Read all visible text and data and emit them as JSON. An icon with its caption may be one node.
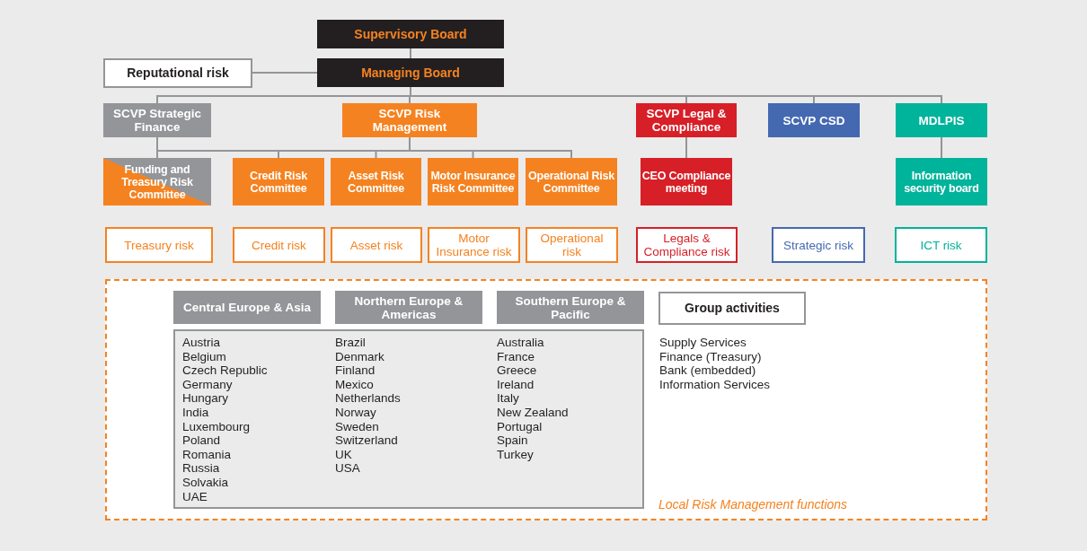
{
  "diagram": {
    "nodes": [
      {
        "text": [
          "Supervisory Board"
        ]
      },
      {
        "text": [
          "Managing Board"
        ]
      },
      {
        "text": [
          "Reputational risk"
        ]
      },
      {
        "text": [
          "SCVP Strategic Finance"
        ]
      },
      {
        "text": [
          "SCVP Risk Management"
        ]
      },
      {
        "text": [
          "SCVP Legal & Compliance"
        ]
      },
      {
        "text": [
          "SCVP CSD"
        ]
      },
      {
        "text": [
          "MDLPIS"
        ]
      },
      {
        "text": [
          "Funding and Treasury Risk Committee"
        ]
      },
      {
        "text": [
          "Credit Risk Committee"
        ]
      },
      {
        "text": [
          "Asset Risk Committee"
        ]
      },
      {
        "text": [
          "Motor Insurance Risk Committee"
        ]
      },
      {
        "text": [
          "Operational Risk Committee"
        ]
      },
      {
        "text": [
          "CEO Compliance meeting"
        ]
      },
      {
        "text": [
          "Information security board"
        ]
      },
      {
        "text": [
          "Treasury risk"
        ]
      },
      {
        "text": [
          "Credit risk"
        ]
      },
      {
        "text": [
          "Asset risk"
        ]
      },
      {
        "text": [
          "Motor Insurance risk"
        ]
      },
      {
        "text": [
          "Operational risk"
        ]
      },
      {
        "text": [
          "Legals & Compliance risk"
        ]
      },
      {
        "text": [
          "Strategic risk"
        ]
      },
      {
        "text": [
          "ICT risk"
        ]
      },
      {
        "text": [
          "Local Risk Management functions"
        ]
      },
      {
        "text": [
          "Central Europe & Asia"
        ],
        "in": 23
      },
      {
        "text": [
          "Northern Europe & Americas"
        ],
        "in": 23
      },
      {
        "text": [
          "Southern Europe & Pacific"
        ],
        "in": 23
      },
      {
        "text": [],
        "shape": "box",
        "in": 23
      },
      {
        "text": [
          "Group activities"
        ],
        "in": 23
      }
    ],
    "edges": [
      {
        "from": 0,
        "to": 1,
        "arrow": "none"
      },
      {
        "from": 1,
        "to": 2,
        "arrow": "none"
      },
      {
        "from": 1,
        "to": 3,
        "arrow": "none"
      },
      {
        "from": 1,
        "to": 4,
        "arrow": "none"
      },
      {
        "from": 1,
        "to": 5,
        "arrow": "none"
      },
      {
        "from": 1,
        "to": 6,
        "arrow": "none"
      },
      {
        "from": 1,
        "to": 7,
        "arrow": "none"
      },
      {
        "from": 3,
        "to": 8,
        "arrow": "none"
      },
      {
        "from": 4,
        "to": 8,
        "arrow": "none"
      },
      {
        "from": 4,
        "to": 9,
        "arrow": "none"
      },
      {
        "from": 4,
        "to": 10,
        "arrow": "none"
      },
      {
        "from": 4,
        "to": 11,
        "arrow": "none"
      },
      {
        "from": 4,
        "to": 12,
        "arrow": "none"
      },
      {
        "from": 5,
        "to": 13,
        "arrow": "none"
      },
      {
        "from": 7,
        "to": 14,
        "arrow": "none"
      }
    ],
    "labels": [
      "Austria",
      "Belgium",
      "Czech Republic",
      "Germany",
      "Hungary",
      "India",
      "Luxembourg",
      "Poland",
      "Romania",
      "Russia",
      "Solvakia",
      "UAE",
      "Brazil",
      "Denmark",
      "Finland",
      "Mexico",
      "Netherlands",
      "Norway",
      "Sweden",
      "Switzerland",
      "UK",
      "USA",
      "Australia",
      "France",
      "Greece",
      "Ireland",
      "Italy",
      "New Zealand",
      "Portugal",
      "Spain",
      "Turkey",
      "Supply Services",
      "Finance (Treasury)",
      "Bank (embedded)",
      "Information Services"
    ]
  }
}
